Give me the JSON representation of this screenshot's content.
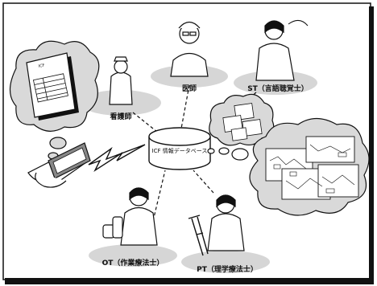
{
  "database": {
    "label": "ICF 情報データベース"
  },
  "roles": {
    "nurse": "看護師",
    "doctor": "医師",
    "st": "ST（言語聴覚士）",
    "ot": "OT（作業療法士）",
    "pt": "PT（理学療法士）"
  },
  "document": {
    "header": "ICF"
  },
  "colors": {
    "ink": "#111111",
    "cloud": "#d9d9d9",
    "paper": "#ffffff"
  },
  "icons": [
    "document-icon",
    "handheld-terminal-icon",
    "lightning-icon",
    "database-cylinder-icon",
    "person-icon",
    "crutch-icon"
  ]
}
